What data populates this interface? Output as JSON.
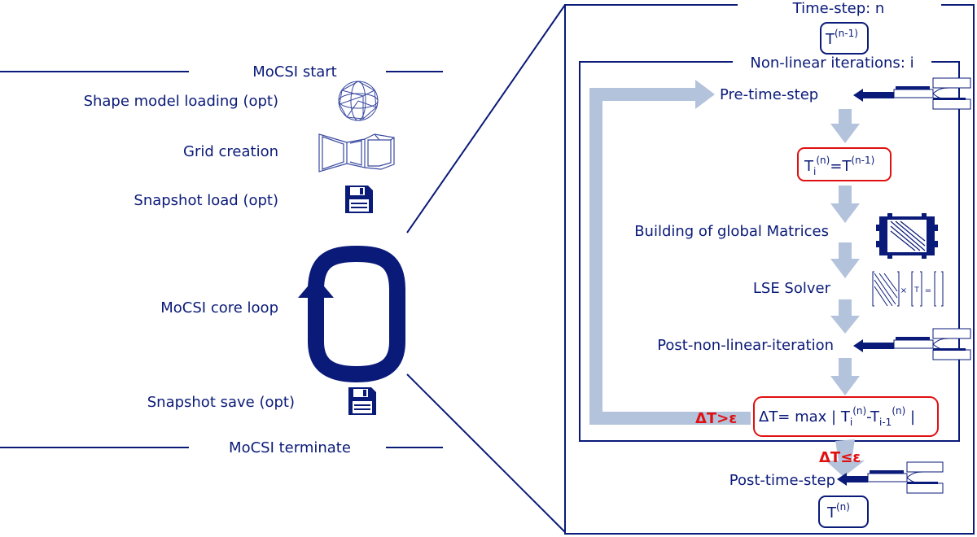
{
  "colors": {
    "navy": "#0a1a78",
    "arrow": "#b4c3dc",
    "red": "#e01010"
  },
  "left": {
    "start": "MoCSI start",
    "terminate": "MoCSI terminate",
    "steps": [
      {
        "label": "Shape model loading (opt)",
        "icon": "sphere-mesh-icon"
      },
      {
        "label": "Grid creation",
        "icon": "grid-blocks-icon"
      },
      {
        "label": "Snapshot load (opt)",
        "icon": "floppy-disk-icon"
      },
      {
        "label": "MoCSI core loop",
        "icon": "loop-arrow-icon"
      },
      {
        "label": "Snapshot save (opt)",
        "icon": "floppy-disk-icon"
      }
    ]
  },
  "right": {
    "timestep_title": "Time-step: n",
    "t_prev": {
      "base": "T",
      "sup": "(n-1)"
    },
    "nonlinear_title": "Non-linear iterations: i",
    "pre_time_step": "Pre-time-step",
    "init_eq": {
      "t1": "T",
      "sub1": "i",
      "sup1": "(n)",
      "eq": "=T",
      "sup2": "(n-1)"
    },
    "building": "Building of global Matrices",
    "lse": "LSE Solver",
    "lse_T": "T",
    "lse_times": "×",
    "lse_eq": "=",
    "post_nonlinear": "Post-non-linear-iteration",
    "convergence": {
      "lhs": "ΔT= max | T",
      "sub1": "i",
      "sup1": "(n)",
      "mid": "-T",
      "sub2": "i-1",
      "sup2": "(n)",
      "rhs": " |"
    },
    "cond_gt": "ΔT>ε",
    "cond_le": "ΔT≤ε",
    "post_time_step": "Post-time-step",
    "t_next": {
      "base": "T",
      "sup": "(n)"
    }
  }
}
